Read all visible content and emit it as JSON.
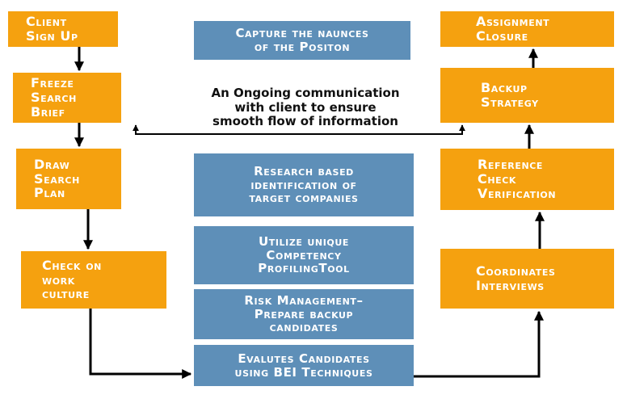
{
  "left_column": {
    "client_sign_up": "Client\nSign Up",
    "freeze_search_brief": "Freeze\nSearch\nBrief",
    "draw_search_plan": "Draw\nSearch\nPlan",
    "check_on_work_culture": "Check on\nwork\nculture"
  },
  "center_column": {
    "capture_nuances": "Capture the naunces\nof the Positon",
    "research_target_companies": "Research based\nidentification of\ntarget companies",
    "competency_profiling": "Utilize unique\nCompetency\nProfilingTool",
    "risk_management": "Risk Management–\nPrepare backup\ncandidates",
    "evaluate_candidates": "Evalutes Candidates\nusing BEI Techniques"
  },
  "right_column": {
    "assignment_closure": "Assignment\nClosure",
    "backup_strategy": "Backup\nStrategy",
    "reference_check": "Reference\nCheck\nVerification",
    "coordinates_interviews": "Coordinates\nInterviews"
  },
  "communication_note": "An Ongoing communication\nwith client to ensure\nsmooth flow of information",
  "colors": {
    "orange_box": "#f5a10f",
    "blue_box": "#5e8fb8",
    "arrow": "#000000"
  }
}
